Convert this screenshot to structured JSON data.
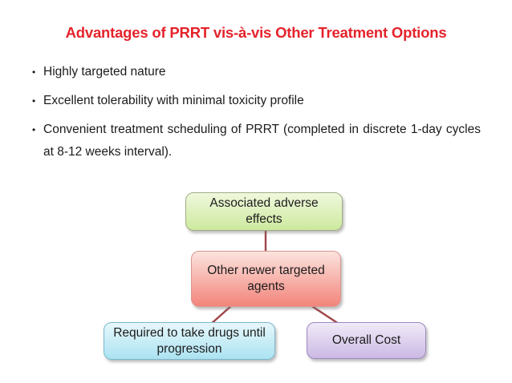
{
  "slide": {
    "title": "Advantages of PRRT vis-à-vis Other Treatment Options",
    "title_color": "#e4232b",
    "text_color": "#1b1b1b",
    "background_color": "#ffffff",
    "bullet_marker": "•",
    "bullets": [
      "Highly targeted nature",
      "Excellent tolerability with minimal toxicity profile",
      "Convenient treatment scheduling of PRRT (completed in discrete 1-day cycles at 8-12 weeks interval)."
    ]
  },
  "diagram": {
    "connector_color": "#a04548",
    "nodes": {
      "adverse": {
        "label": "Associated adverse effects",
        "fill_top": "#f0f8dd",
        "fill_bottom": "#cde99e",
        "border": "#9fae83"
      },
      "agents": {
        "label": "Other newer targeted agents",
        "fill_top": "#fce3de",
        "fill_bottom": "#f2857b",
        "border": "#d99790"
      },
      "drugs": {
        "label": "Required to take drugs until progression",
        "fill_top": "#e7f7fb",
        "fill_bottom": "#abe3f2",
        "border": "#7ab8cc"
      },
      "cost": {
        "label": "Overall Cost",
        "fill_top": "#f0eaf8",
        "fill_bottom": "#cbb9e3",
        "border": "#9d87bf"
      }
    }
  }
}
